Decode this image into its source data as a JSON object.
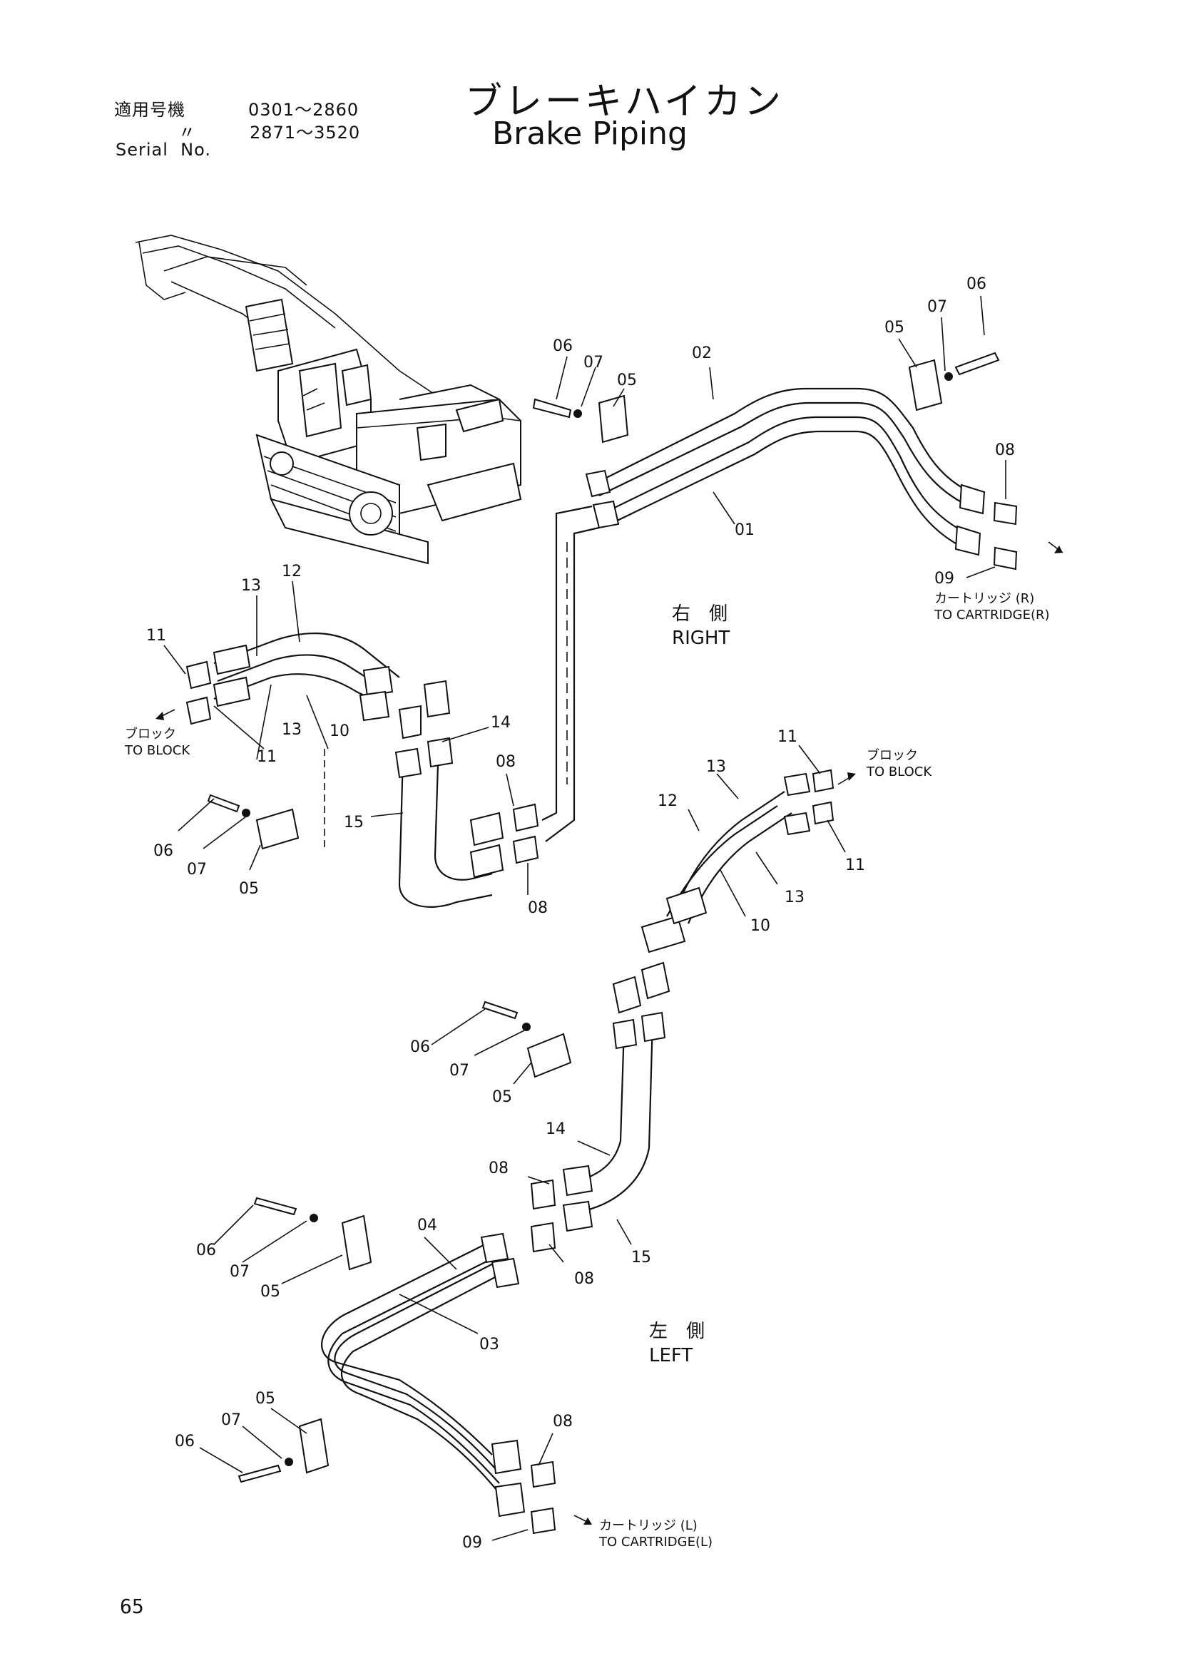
{
  "header": {
    "serial_label_jp": "適用号機",
    "serial_range_1": "0301～2860",
    "ditto_mark": "〃",
    "serial_range_2": "2871～3520",
    "serial_label_en": "Serial  No.",
    "title_jp": "ブレーキハイカン",
    "title_en": "Brake  Piping"
  },
  "sides": {
    "right_jp": "右　側",
    "right_en": "RIGHT",
    "left_jp": "左　側",
    "left_en": "LEFT"
  },
  "destinations": {
    "cartridge_r_jp": "カートリッジ (R)",
    "cartridge_r_en": "TO  CARTRIDGE(R)",
    "block_left_jp": "ブロック",
    "block_left_en": "TO  BLOCK",
    "block_right_jp": "ブロック",
    "block_right_en": "TO  BLOCK",
    "cartridge_l_jp": "カートリッジ (L)",
    "cartridge_l_en": "TO  CARTRIDGE(L)"
  },
  "callouts": {
    "r06": "06",
    "r07": "07",
    "r05": "05",
    "r02": "02",
    "r01": "01",
    "r08": "08",
    "r09": "09",
    "t06": "06",
    "t07": "07",
    "t05": "05",
    "lb13": "13",
    "lb12": "12",
    "lb11a": "11",
    "lb11b": "11",
    "lb13b": "13",
    "lb10": "10",
    "m14": "14",
    "m08a": "08",
    "m15": "15",
    "m08b": "08",
    "cl06": "06",
    "cl07": "07",
    "cl05": "05",
    "rb11a": "11",
    "rb13": "13",
    "rb12": "12",
    "rb11b": "11",
    "rb13b": "13",
    "rb10": "10",
    "lm06": "06",
    "lm07": "07",
    "lm05": "05",
    "lm14": "14",
    "lm08a": "08",
    "lm15": "15",
    "lm08b": "08",
    "l06": "06",
    "l07": "07",
    "l05": "05",
    "l04": "04",
    "l03": "03",
    "lb05": "05",
    "lb07": "07",
    "lb06": "06",
    "l08": "08",
    "l09": "09"
  },
  "page_number": "65"
}
